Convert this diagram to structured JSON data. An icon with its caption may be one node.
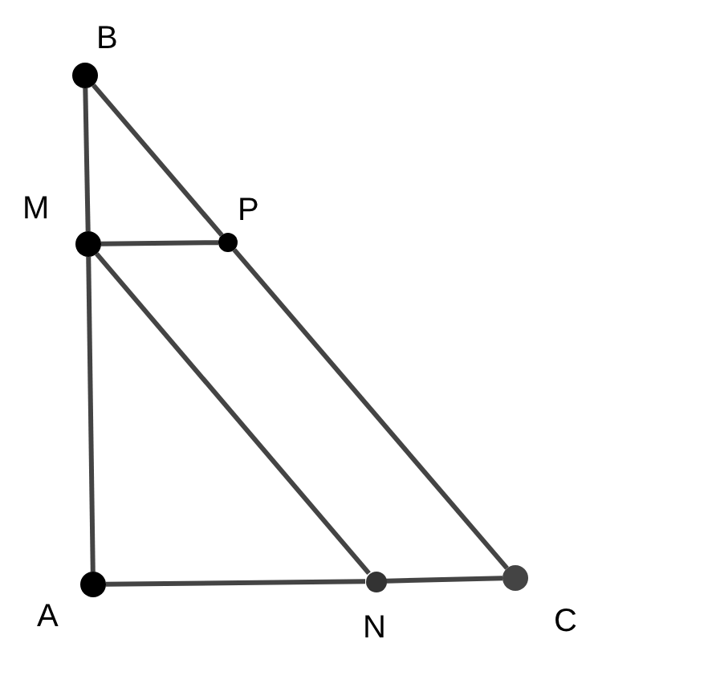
{
  "diagram": {
    "nodes": [
      {
        "text": [],
        "shape": "circle",
        "beside": [
          "B"
        ]
      },
      {
        "text": [],
        "shape": "circle",
        "beside": [
          "M"
        ]
      },
      {
        "text": [],
        "shape": "circle",
        "beside": [
          "P"
        ]
      },
      {
        "text": [],
        "shape": "circle",
        "beside": [
          "A"
        ]
      },
      {
        "text": [],
        "shape": "circle",
        "beside": [
          "N"
        ]
      },
      {
        "text": [],
        "shape": "circle",
        "beside": [
          "C"
        ]
      }
    ],
    "edges": [
      {
        "from": 0,
        "to": 1,
        "arrow": "none"
      },
      {
        "from": 0,
        "to": 2,
        "arrow": "none"
      },
      {
        "from": 1,
        "to": 2,
        "arrow": "none"
      },
      {
        "from": 1,
        "to": 3,
        "arrow": "none"
      },
      {
        "from": 1,
        "to": 4,
        "arrow": "none"
      },
      {
        "from": 2,
        "to": 5,
        "arrow": "none"
      },
      {
        "from": 3,
        "to": 4,
        "arrow": "none"
      },
      {
        "from": 4,
        "to": 5,
        "arrow": "none"
      }
    ]
  }
}
